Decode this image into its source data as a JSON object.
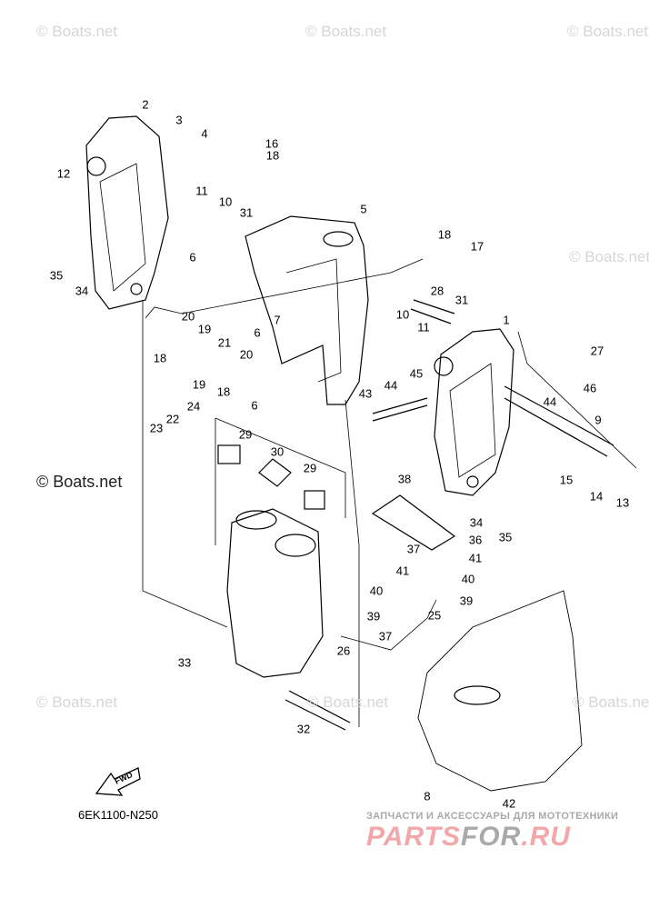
{
  "diagram_code": "6EK1100-N250",
  "fwd_label": "FWD",
  "watermarks": [
    "© Boats.net",
    "© Boats.net",
    "© Boats.net",
    "© Boats.net",
    "© Boats.net",
    "© Boats.net",
    "© Boats.net",
    "© Boats.net"
  ],
  "footer_brand": {
    "tagline": "ЗАПЧАСТИ И АКСЕССУАРЫ ДЛЯ МОТОТЕХНИКИ",
    "logo_part1": "PARTS",
    "logo_part2": "FOR",
    "logo_part3": ".RU"
  },
  "part_labels": [
    "2",
    "3",
    "4",
    "16",
    "18",
    "12",
    "11",
    "10",
    "31",
    "5",
    "35",
    "34",
    "6",
    "18",
    "17",
    "28",
    "31",
    "20",
    "19",
    "18",
    "21",
    "20",
    "6",
    "7",
    "1",
    "10",
    "11",
    "27",
    "45",
    "44",
    "43",
    "46",
    "44",
    "19",
    "18",
    "24",
    "22",
    "23",
    "6",
    "9",
    "29",
    "30",
    "29",
    "15",
    "14",
    "13",
    "38",
    "34",
    "35",
    "36",
    "37",
    "41",
    "41",
    "40",
    "40",
    "39",
    "39",
    "25",
    "37",
    "26",
    "33",
    "32",
    "8",
    "42"
  ],
  "colors": {
    "line": "#000000",
    "watermark": "#d6d6d6",
    "brand_pink": "#f2a8aa",
    "brand_gray": "#a9a9a9"
  }
}
